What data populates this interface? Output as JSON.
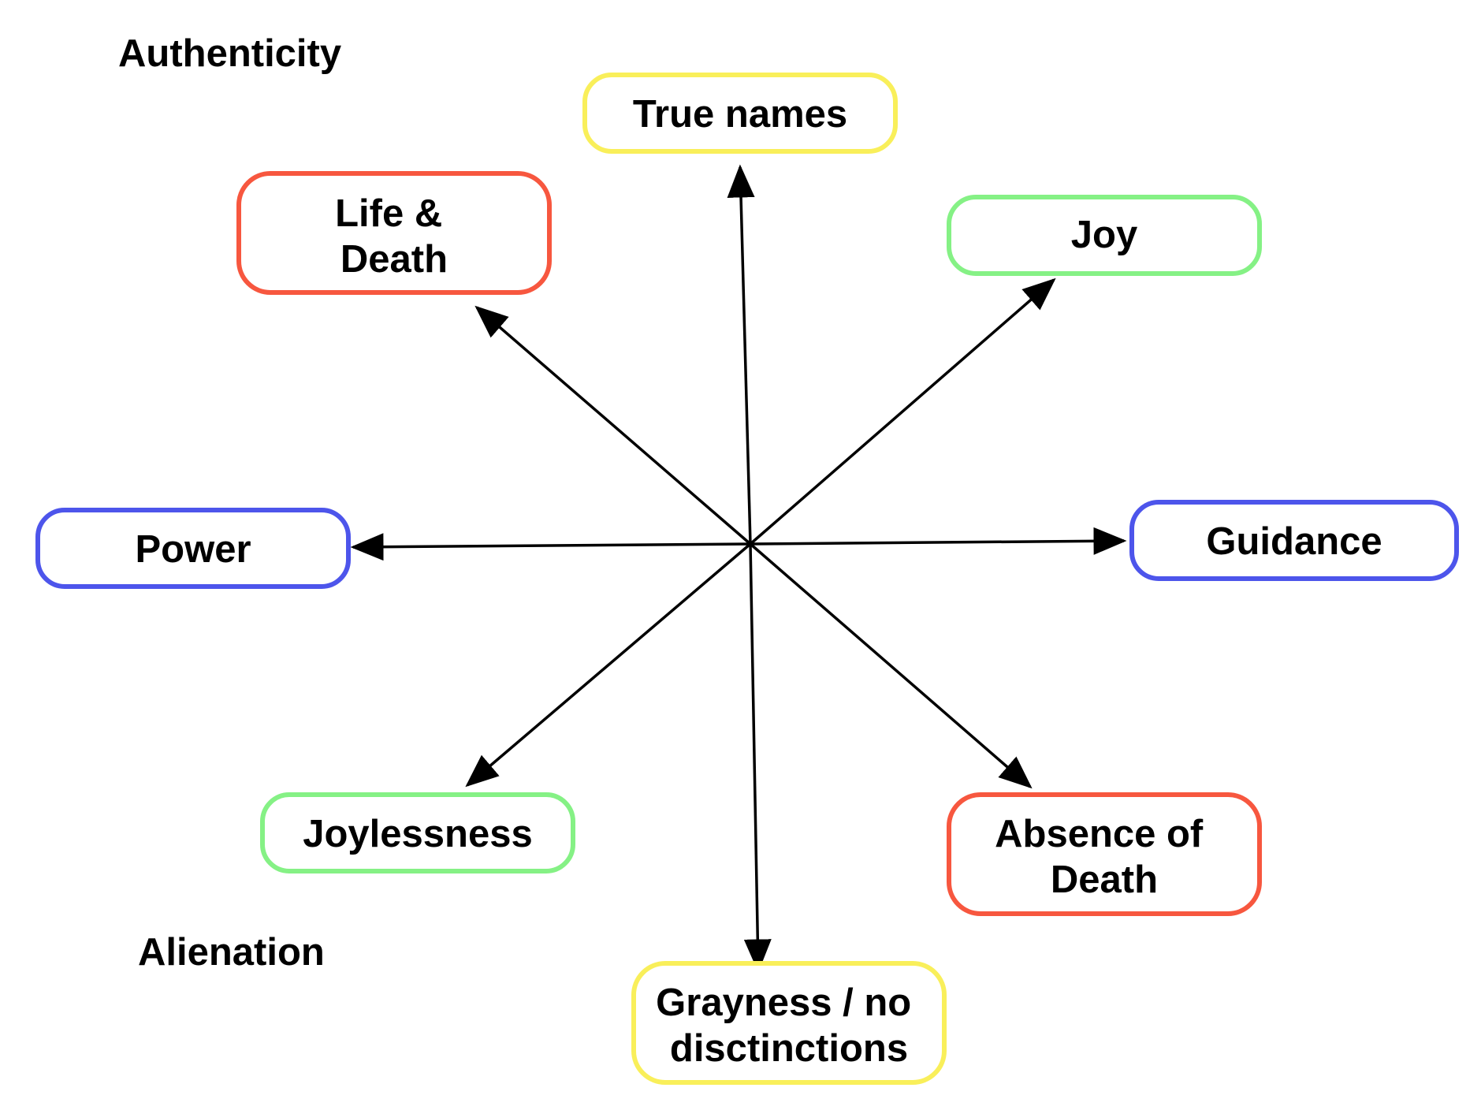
{
  "colors": {
    "yellow": "#f9ef5a",
    "red": "#f7573f",
    "green": "#85f185",
    "blue": "#4d55eb",
    "line": "#000000"
  },
  "labels": {
    "authenticity": "Authenticity",
    "alienation": "Alienation"
  },
  "nodes": {
    "true_names": {
      "lines": [
        "True names"
      ],
      "color": "yellow"
    },
    "life_death": {
      "lines": [
        "Life &",
        "Death"
      ],
      "color": "red"
    },
    "joy": {
      "lines": [
        "Joy"
      ],
      "color": "green"
    },
    "power": {
      "lines": [
        "Power"
      ],
      "color": "blue"
    },
    "guidance": {
      "lines": [
        "Guidance"
      ],
      "color": "blue"
    },
    "joylessness": {
      "lines": [
        "Joylessness"
      ],
      "color": "green"
    },
    "absence_of_death": {
      "lines": [
        "Absence of",
        "Death"
      ],
      "color": "red"
    },
    "grayness": {
      "lines": [
        "Grayness / no",
        "disctinctions"
      ],
      "color": "yellow"
    }
  },
  "edges": [
    {
      "from": "center",
      "to": "true_names"
    },
    {
      "from": "center",
      "to": "life_death"
    },
    {
      "from": "center",
      "to": "joy"
    },
    {
      "from": "center",
      "to": "power"
    },
    {
      "from": "center",
      "to": "guidance"
    },
    {
      "from": "center",
      "to": "joylessness"
    },
    {
      "from": "center",
      "to": "absence_of_death"
    },
    {
      "from": "center",
      "to": "grayness"
    }
  ]
}
